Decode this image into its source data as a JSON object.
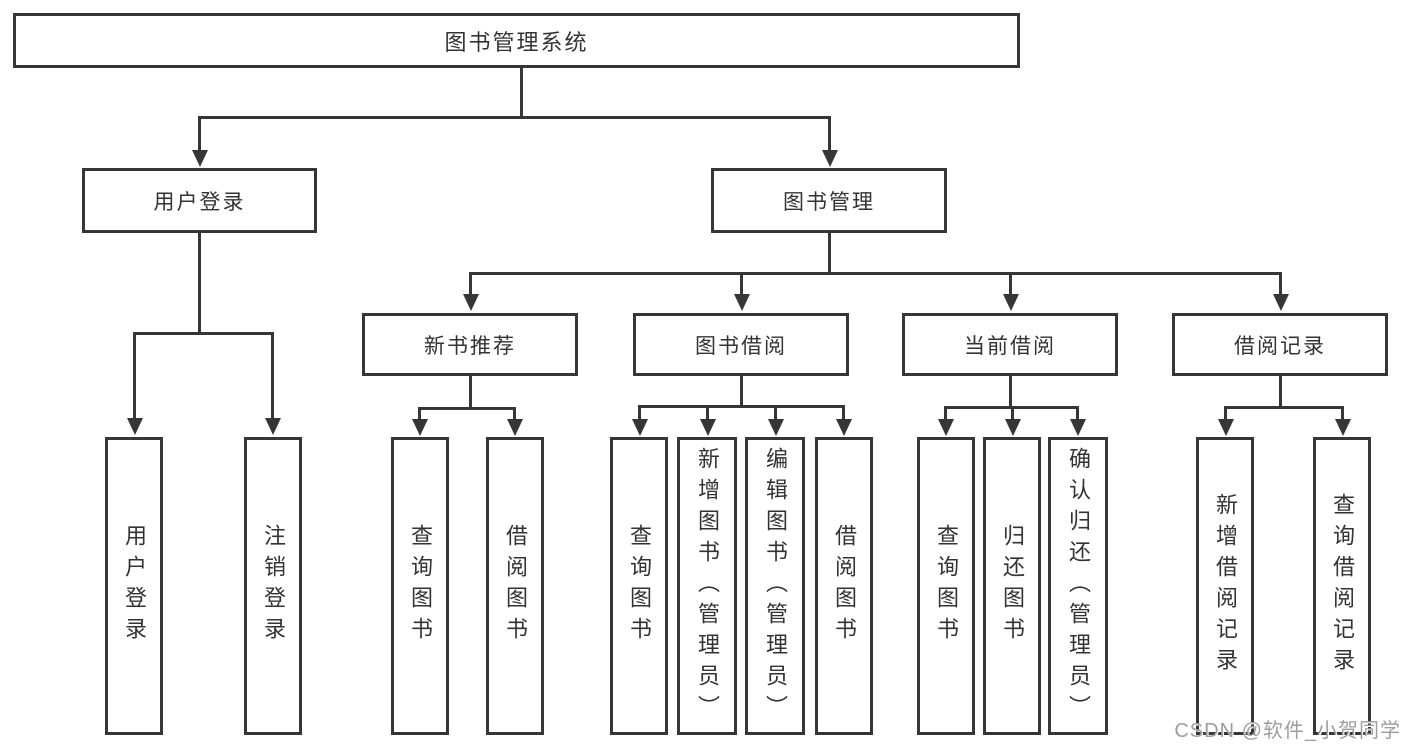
{
  "diagram": {
    "title_node": {
      "label": "图书管理系统"
    },
    "level2": {
      "user_login": {
        "label": "用户登录"
      },
      "book_mgmt": {
        "label": "图书管理"
      }
    },
    "level3": {
      "new_book": {
        "label": "新书推荐"
      },
      "book_borrow": {
        "label": "图书借阅"
      },
      "current_borrow": {
        "label": "当前借阅"
      },
      "borrow_record": {
        "label": "借阅记录"
      }
    },
    "leaves": {
      "user_login_leaf": "用户登录",
      "logout_leaf": "注销登录",
      "nb_query_book": "查询图书",
      "nb_borrow_book": "借阅图书",
      "bb_query_book": "查询图书",
      "bb_add_book": "新增图书（管理员）",
      "bb_edit_book": "编辑图书（管理员）",
      "bb_borrow_book": "借阅图书",
      "cb_query_book": "查询图书",
      "cb_return_book": "归还图书",
      "cb_confirm_return": "确认归还（管理员）",
      "br_add_record": "新增借阅记录",
      "br_query_record": "查询借阅记录"
    }
  },
  "watermark": "CSDN @软件_小贺同学",
  "colors": {
    "line": "#363636",
    "text": "#333333",
    "watermark": "#9e9e9e",
    "background": "#ffffff"
  }
}
